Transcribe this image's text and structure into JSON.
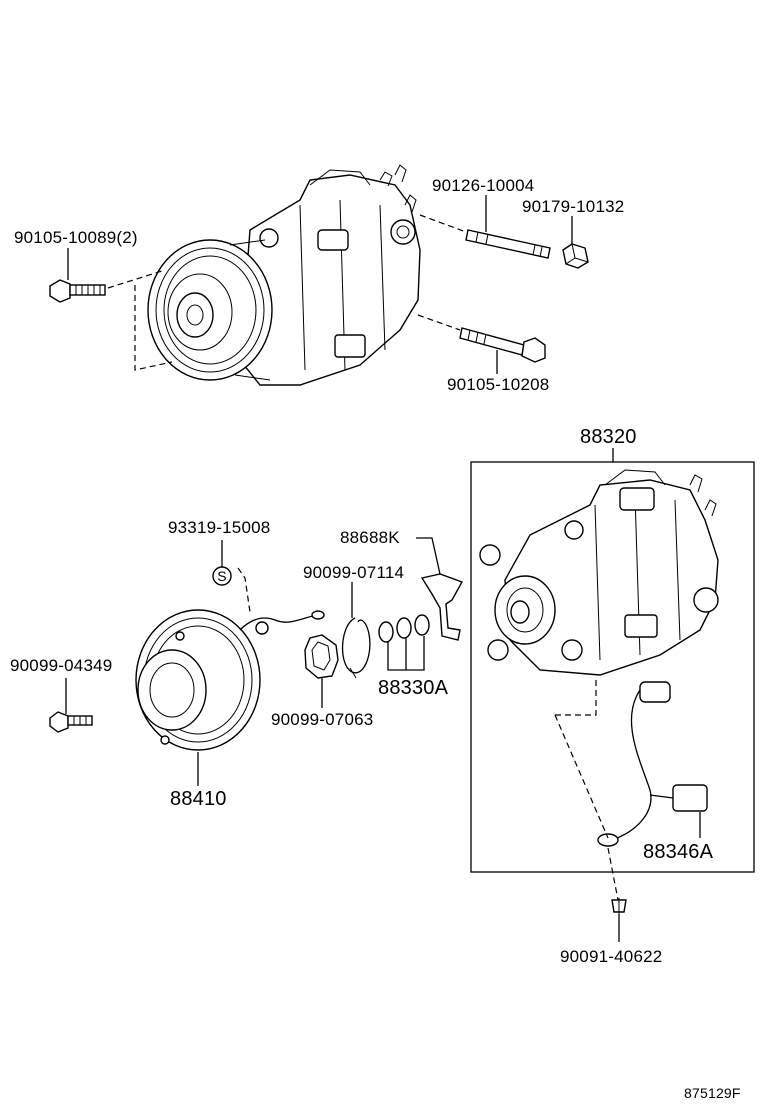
{
  "labels": {
    "bolt_top_left": "90105-10089(2)",
    "stud_top": "90126-10004",
    "nut_top": "90179-10132",
    "bolt_top_right": "90105-10208",
    "compressor_assy": "88320",
    "plug": "93319-15008",
    "bracket": "88688K",
    "snap_ring": "90099-07114",
    "bolt_left": "90099-04349",
    "shim": "90099-07063",
    "oring_set": "88330A",
    "clutch": "88410",
    "sensor": "88346A",
    "screw": "90091-40622"
  },
  "plug_letter": "S",
  "diagram_id": "875129F"
}
